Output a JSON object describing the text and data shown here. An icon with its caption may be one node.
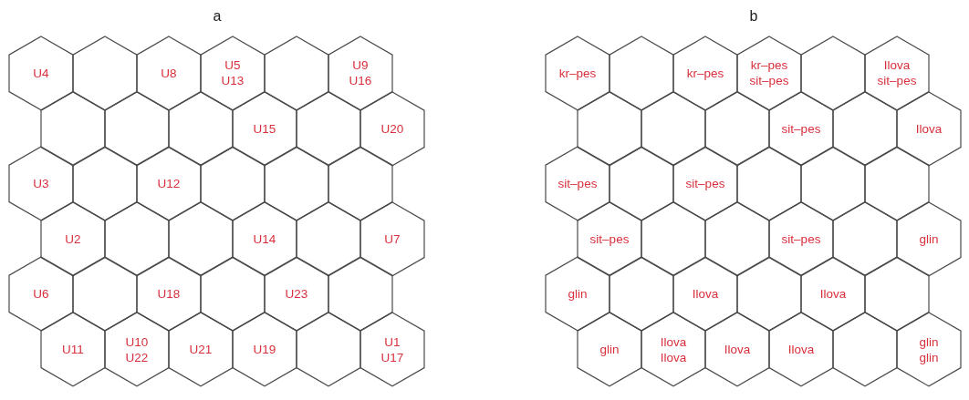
{
  "diagram": {
    "nodes": [
      {
        "text": [
          "a"
        ]
      },
      {
        "text": [
          "U4"
        ],
        "in": 0
      },
      {
        "text": [],
        "shape": "hexagon",
        "in": 0
      },
      {
        "text": [
          "U8"
        ],
        "in": 0
      },
      {
        "text": [
          "U5",
          "U13"
        ],
        "in": 0
      },
      {
        "text": [],
        "shape": "hexagon",
        "in": 0
      },
      {
        "text": [
          "U9",
          "U16"
        ],
        "in": 0
      },
      {
        "text": [],
        "shape": "hexagon",
        "in": 0
      },
      {
        "text": [],
        "shape": "hexagon",
        "in": 0
      },
      {
        "text": [],
        "shape": "hexagon",
        "in": 0
      },
      {
        "text": [
          "U15"
        ],
        "in": 0
      },
      {
        "text": [],
        "shape": "hexagon",
        "in": 0
      },
      {
        "text": [
          "U20"
        ],
        "in": 0
      },
      {
        "text": [
          "U3"
        ],
        "in": 0
      },
      {
        "text": [],
        "shape": "hexagon",
        "in": 0
      },
      {
        "text": [
          "U12"
        ],
        "in": 0
      },
      {
        "text": [],
        "shape": "hexagon",
        "in": 0
      },
      {
        "text": [],
        "shape": "hexagon",
        "in": 0
      },
      {
        "text": [],
        "shape": "hexagon",
        "in": 0
      },
      {
        "text": [
          "U2"
        ],
        "in": 0
      },
      {
        "text": [],
        "shape": "hexagon",
        "in": 0
      },
      {
        "text": [],
        "shape": "hexagon",
        "in": 0
      },
      {
        "text": [
          "U14"
        ],
        "in": 0
      },
      {
        "text": [],
        "shape": "hexagon",
        "in": 0
      },
      {
        "text": [
          "U7"
        ],
        "in": 0
      },
      {
        "text": [
          "U6"
        ],
        "in": 0
      },
      {
        "text": [],
        "shape": "hexagon",
        "in": 0
      },
      {
        "text": [
          "U18"
        ],
        "in": 0
      },
      {
        "text": [],
        "shape": "hexagon",
        "in": 0
      },
      {
        "text": [
          "U23"
        ],
        "in": 0
      },
      {
        "text": [],
        "shape": "hexagon",
        "in": 0
      },
      {
        "text": [
          "U11"
        ],
        "in": 0
      },
      {
        "text": [
          "U10",
          "U22"
        ],
        "in": 0
      },
      {
        "text": [
          "U21"
        ],
        "in": 0
      },
      {
        "text": [
          "U19"
        ],
        "in": 0
      },
      {
        "text": [],
        "shape": "hexagon",
        "in": 0
      },
      {
        "text": [
          "U1",
          "U17"
        ],
        "in": 0
      },
      {
        "text": [
          "b"
        ]
      },
      {
        "text": [
          "kr–pes"
        ],
        "in": 37
      },
      {
        "text": [],
        "shape": "hexagon",
        "in": 37
      },
      {
        "text": [
          "kr–pes"
        ],
        "in": 37
      },
      {
        "text": [
          "kr–pes",
          "sit–pes"
        ],
        "in": 37
      },
      {
        "text": [],
        "shape": "hexagon",
        "in": 37
      },
      {
        "text": [
          "Ilova",
          "sit–pes"
        ],
        "in": 37
      },
      {
        "text": [],
        "shape": "hexagon",
        "in": 37
      },
      {
        "text": [],
        "shape": "hexagon",
        "in": 37
      },
      {
        "text": [],
        "shape": "hexagon",
        "in": 37
      },
      {
        "text": [
          "sit–pes"
        ],
        "in": 37
      },
      {
        "text": [],
        "shape": "hexagon",
        "in": 37
      },
      {
        "text": [
          "Ilova"
        ],
        "in": 37
      },
      {
        "text": [
          "sit–pes"
        ],
        "in": 37
      },
      {
        "text": [],
        "shape": "hexagon",
        "in": 37
      },
      {
        "text": [
          "sit–pes"
        ],
        "in": 37
      },
      {
        "text": [],
        "shape": "hexagon",
        "in": 37
      },
      {
        "text": [],
        "shape": "hexagon",
        "in": 37
      },
      {
        "text": [],
        "shape": "hexagon",
        "in": 37
      },
      {
        "text": [
          "sit–pes"
        ],
        "in": 37
      },
      {
        "text": [],
        "shape": "hexagon",
        "in": 37
      },
      {
        "text": [],
        "shape": "hexagon",
        "in": 37
      },
      {
        "text": [
          "sit–pes"
        ],
        "in": 37
      },
      {
        "text": [],
        "shape": "hexagon",
        "in": 37
      },
      {
        "text": [
          "glin"
        ],
        "in": 37
      },
      {
        "text": [
          "glin"
        ],
        "in": 37
      },
      {
        "text": [],
        "shape": "hexagon",
        "in": 37
      },
      {
        "text": [
          "Ilova"
        ],
        "in": 37
      },
      {
        "text": [],
        "shape": "hexagon",
        "in": 37
      },
      {
        "text": [
          "Ilova"
        ],
        "in": 37
      },
      {
        "text": [],
        "shape": "hexagon",
        "in": 37
      },
      {
        "text": [
          "glin"
        ],
        "in": 37
      },
      {
        "text": [
          "Ilova",
          "Ilova"
        ],
        "in": 37
      },
      {
        "text": [
          "Ilova"
        ],
        "in": 37
      },
      {
        "text": [
          "Ilova"
        ],
        "in": 37
      },
      {
        "text": [],
        "shape": "hexagon",
        "in": 37
      },
      {
        "text": [
          "glin",
          "glin"
        ],
        "in": 37
      }
    ]
  }
}
